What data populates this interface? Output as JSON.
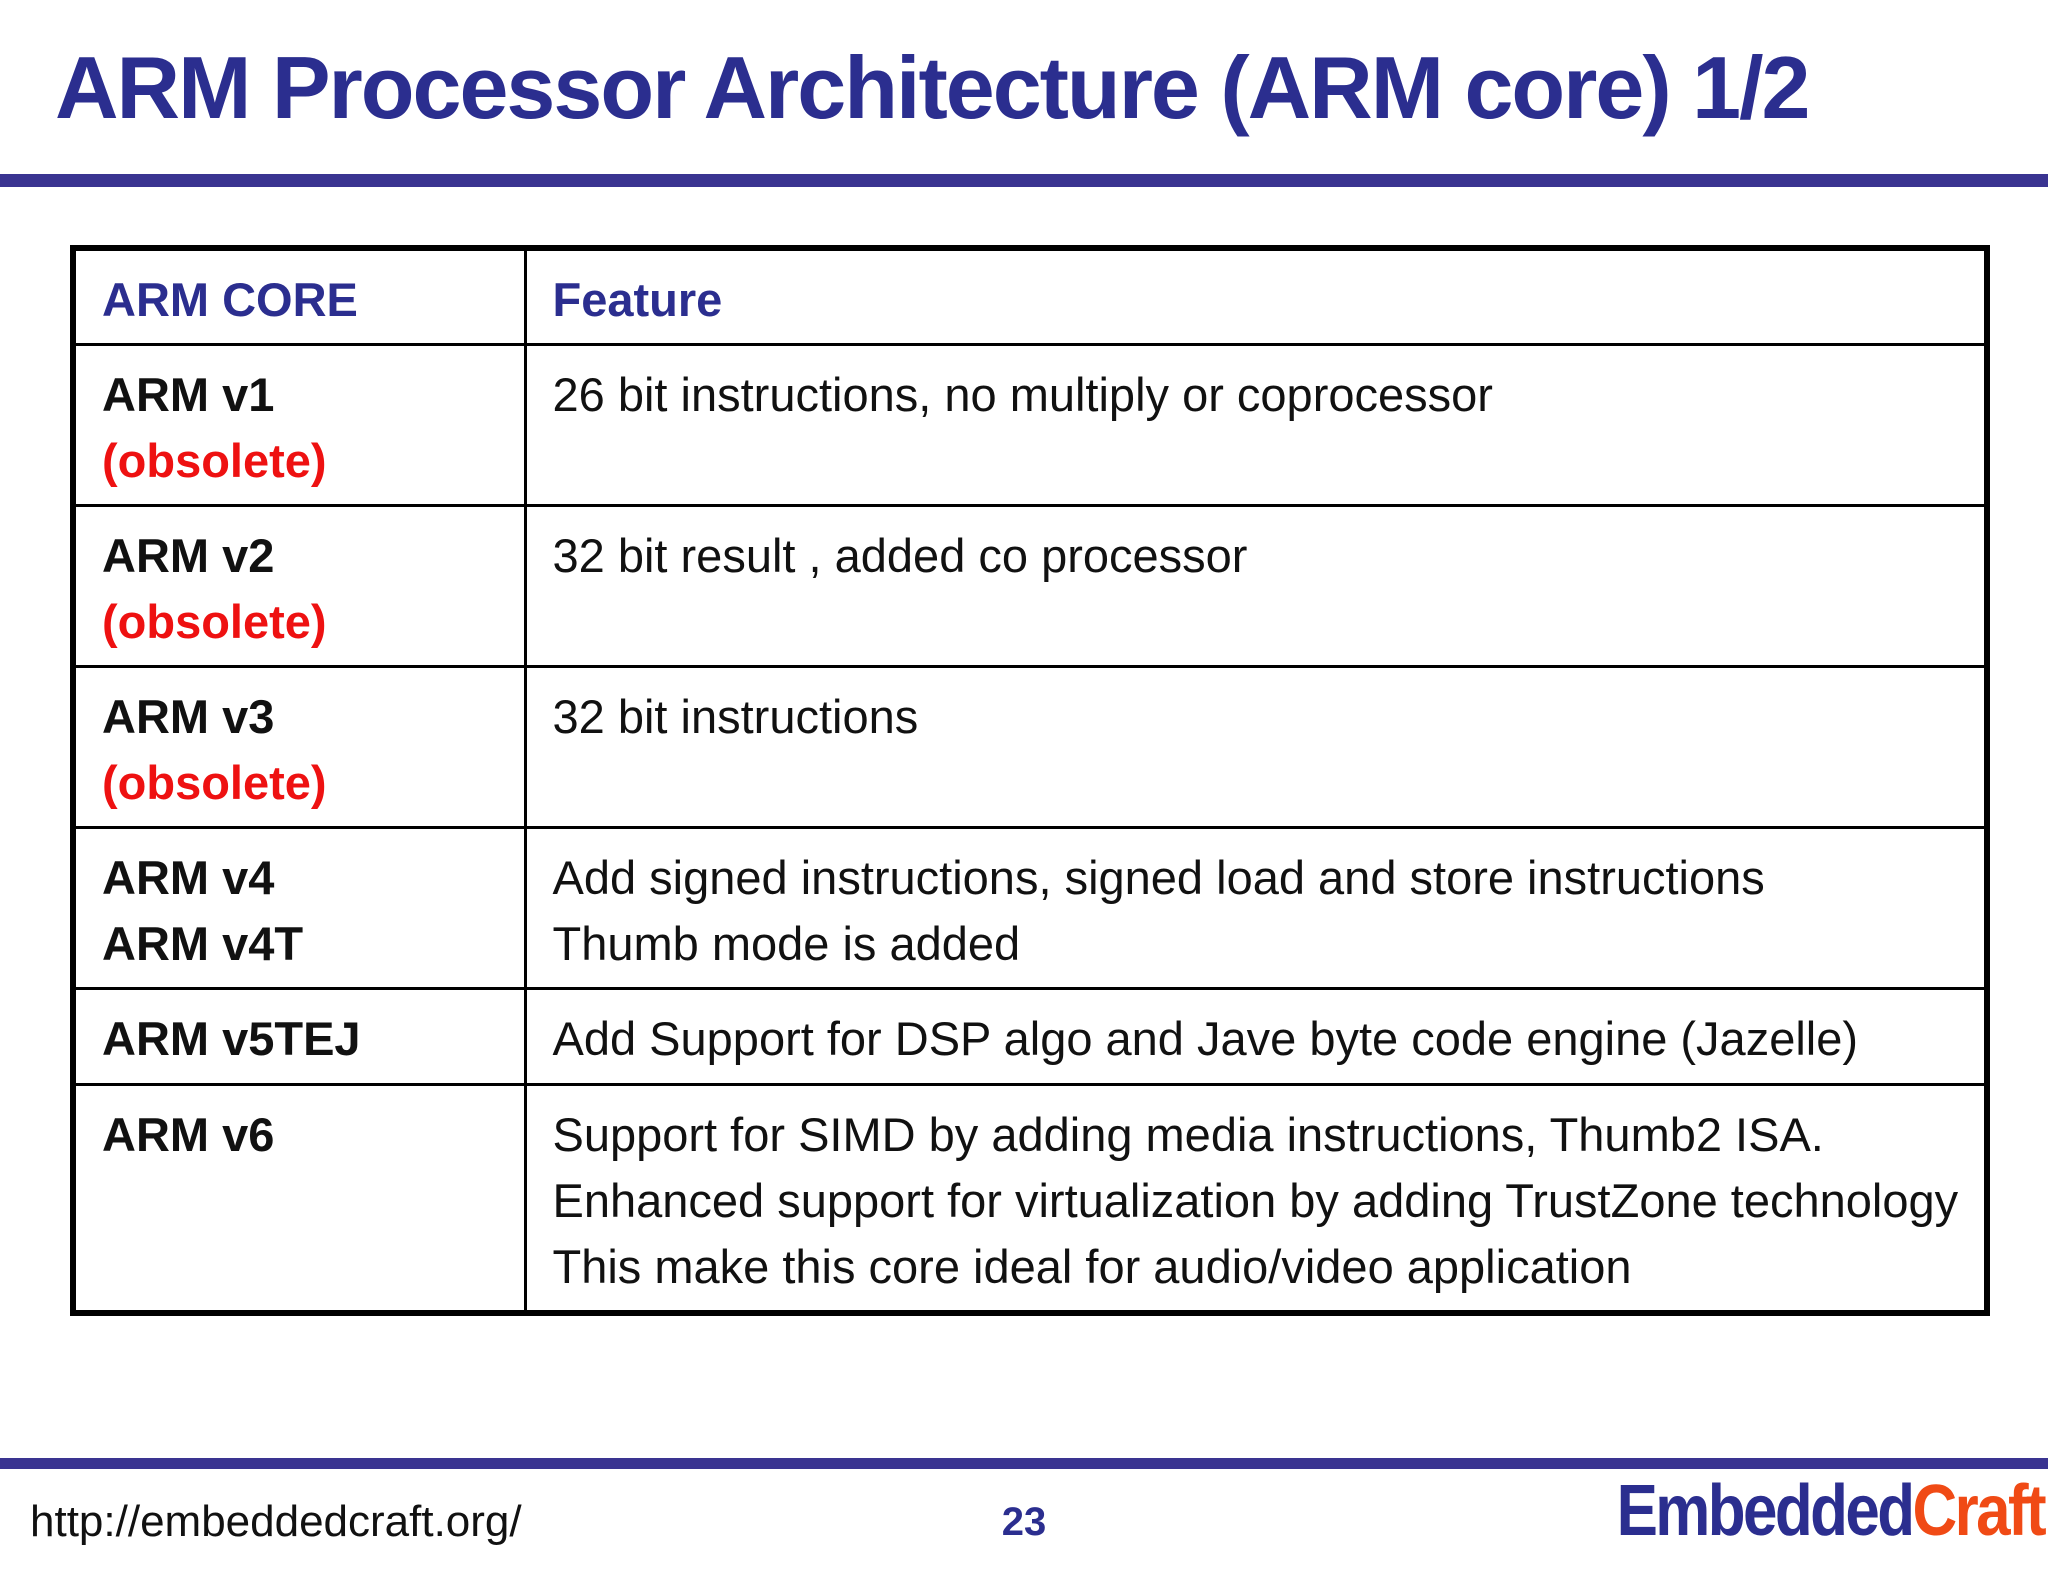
{
  "slide": {
    "title": "ARM Processor Architecture (ARM core) 1/2",
    "footer_url": "http://embeddedcraft.org/",
    "page_number": "23",
    "logo": {
      "part1": "Embedded",
      "part2": "Craft"
    }
  },
  "colors": {
    "title_navy": "#2b2e8f",
    "rule_blue": "#3a3491",
    "obsolete_red": "#ee1111",
    "logo_orange": "#f04a15",
    "table_border": "#000000"
  },
  "table": {
    "headers": [
      "ARM CORE",
      "Feature"
    ],
    "rows": [
      {
        "core": "ARM v1",
        "obsolete": "(obsolete)",
        "features": [
          "26 bit instructions, no multiply or coprocessor"
        ]
      },
      {
        "core": "ARM v2",
        "obsolete": "(obsolete)",
        "features": [
          "32 bit result , added co processor"
        ]
      },
      {
        "core": "ARM v3",
        "obsolete": "(obsolete)",
        "features": [
          "32 bit instructions"
        ]
      },
      {
        "cores": [
          "ARM v4",
          "ARM v4T"
        ],
        "features": [
          "Add signed instructions, signed load and store instructions",
          "Thumb mode is added"
        ]
      },
      {
        "core": "ARM v5TEJ",
        "features": [
          "Add Support for DSP algo and Jave byte code engine (Jazelle)"
        ]
      },
      {
        "core": "ARM v6",
        "features": [
          "Support for SIMD by adding media instructions, Thumb2 ISA.",
          "Enhanced support for virtualization by adding TrustZone technology",
          "This make this core ideal for audio/video application"
        ]
      }
    ]
  }
}
